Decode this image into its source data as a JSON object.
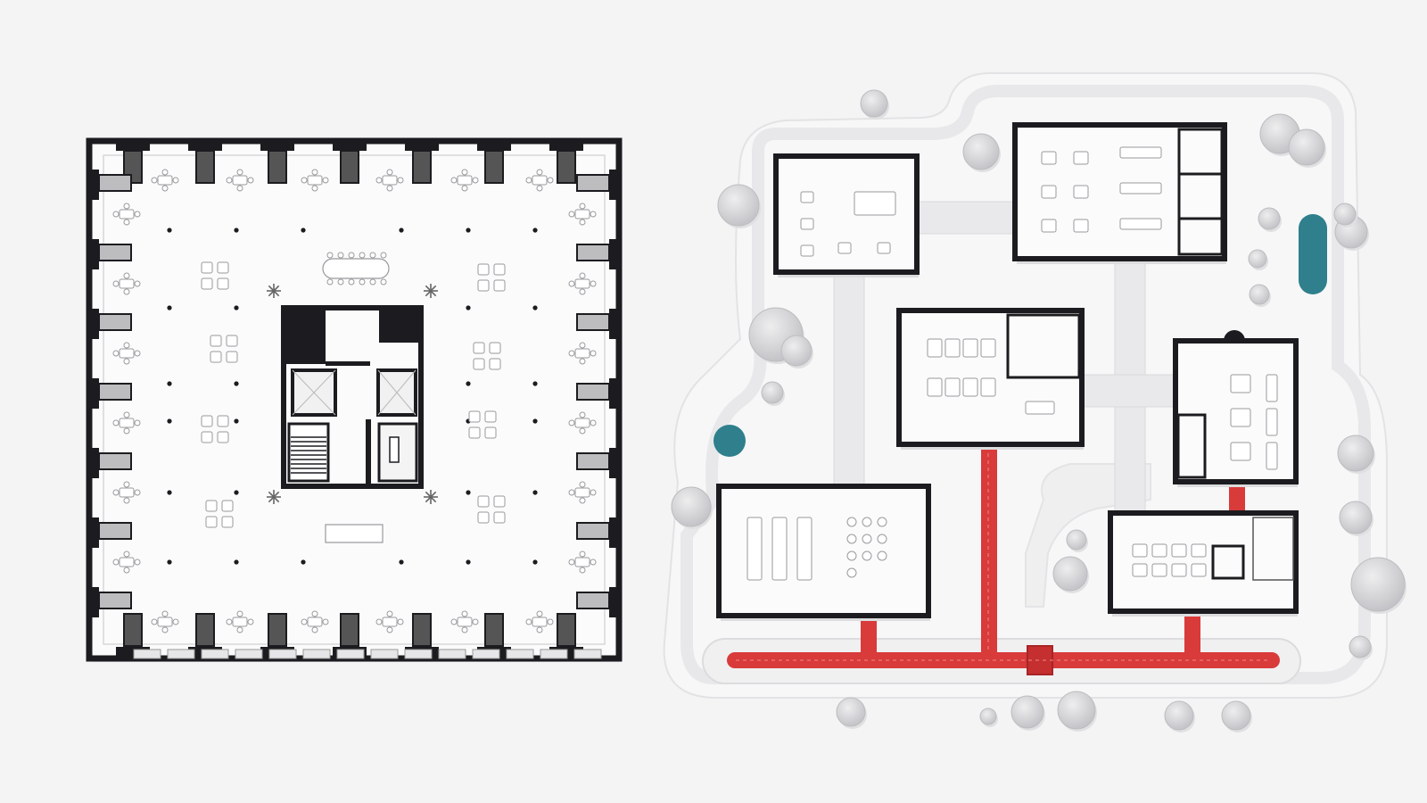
{
  "diagram": {
    "left_plan": {
      "kind": "open-plan-floor",
      "perimeter_bays_per_side": 7,
      "column_grid": "6x6",
      "core": [
        "stair",
        "elevators",
        "restrooms"
      ]
    },
    "right_plan": {
      "kind": "pavilion-campus",
      "pavilions": [
        {
          "id": "pavilion-a",
          "contents": "meeting-table"
        },
        {
          "id": "pavilion-b",
          "contents": "desks-and-tables"
        },
        {
          "id": "pavilion-c",
          "contents": "long-tables"
        },
        {
          "id": "pavilion-d",
          "contents": "tables-and-rooms"
        },
        {
          "id": "pavilion-e",
          "contents": "long-benches-and-round-tables"
        },
        {
          "id": "pavilion-f",
          "contents": "desks-and-rooms"
        }
      ],
      "circulation": [
        "covered-walkway",
        "red-spine-path"
      ],
      "water_feature": "pond"
    },
    "colors": {
      "background": "#f4f4f5",
      "wall": "#1c1c20",
      "floor": "#fbfbfb",
      "accent_red": "#d93a3a",
      "pond_teal": "#2f7f8c",
      "tree_gray": "#cfcfd3",
      "path_gray": "#e6e6e8"
    }
  }
}
